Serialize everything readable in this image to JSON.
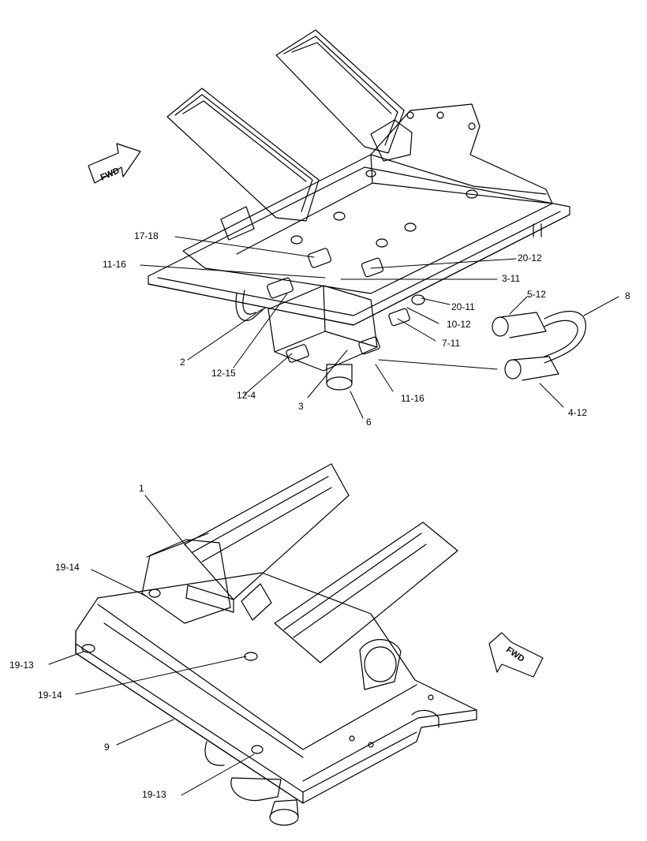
{
  "top_view": {
    "fwd": "FWD",
    "callouts": [
      "17-18",
      "11-16",
      "20-12",
      "3-11",
      "20-11",
      "5-12",
      "8",
      "10-12",
      "7-11",
      "2",
      "12-15",
      "12-4",
      "3",
      "11-16",
      "6",
      "4-12"
    ]
  },
  "bottom_view": {
    "fwd": "FWD",
    "callouts": [
      "1",
      "19-14",
      "19-13",
      "19-14",
      "9",
      "19-13"
    ]
  }
}
